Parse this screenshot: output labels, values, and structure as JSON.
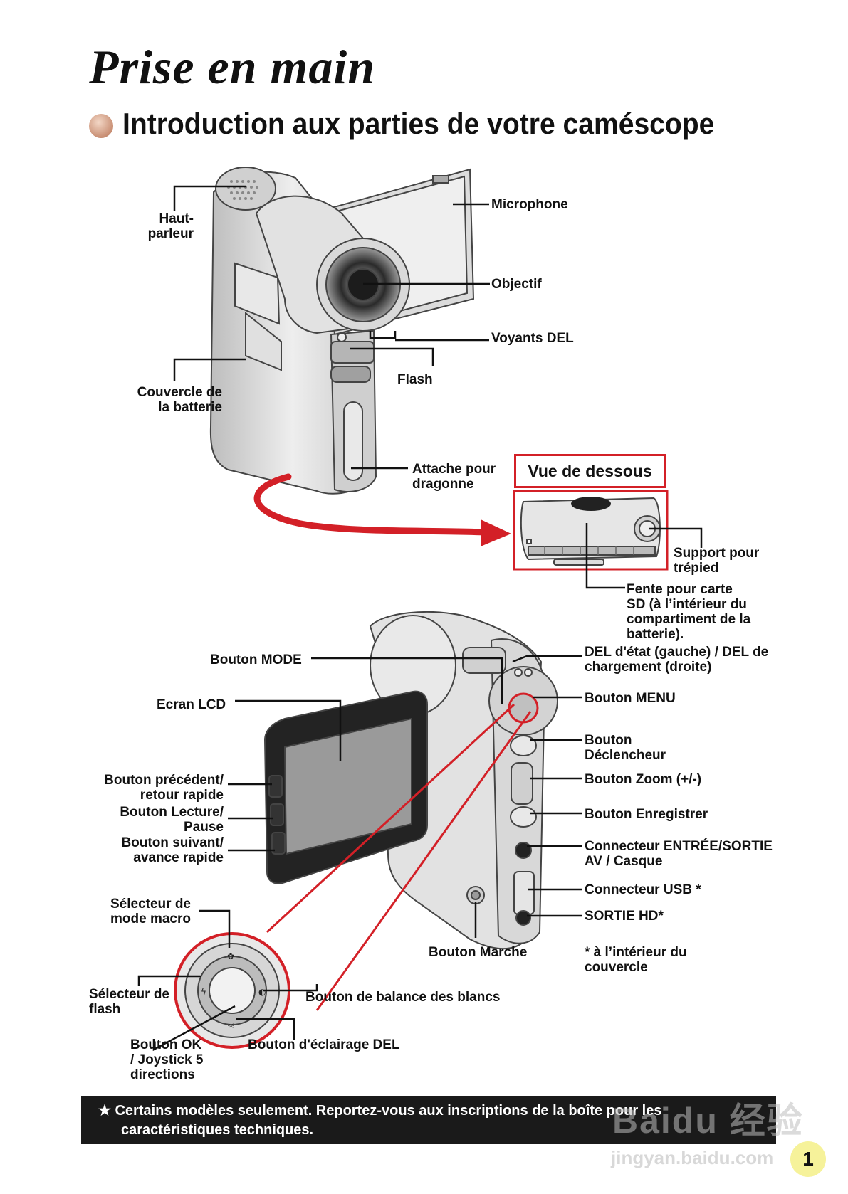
{
  "page": {
    "title": "Prise en main",
    "subtitle": "Introduction aux parties de votre caméscope",
    "page_number": "1"
  },
  "top_view": {
    "labels": {
      "speaker": "Haut-\nparleur",
      "microphone": "Microphone",
      "lens": "Objectif",
      "leds": "Voyants DEL",
      "flash": "Flash",
      "battery_cover": "Couvercle de\nla batterie",
      "strap": "Attache pour\ndragonne"
    }
  },
  "bottom_view": {
    "title": "Vue de dessous",
    "labels": {
      "tripod": "Support pour\ntrépied",
      "sd_slot": "Fente pour carte\nSD (à l’intérieur du\ncompartiment de la\nbatterie)."
    }
  },
  "back_view": {
    "labels": {
      "mode_button": "Bouton MODE",
      "lcd": "Ecran LCD",
      "prev_button": "Bouton précédent/\nretour rapide",
      "play_button": "Bouton Lecture/\nPause",
      "next_button": "Bouton suivant/\navance rapide",
      "status_led": "DEL d'état (gauche) / DEL de\nchargement (droite)",
      "menu_button": "Bouton MENU",
      "shutter_button": "Bouton\nDéclencheur",
      "zoom_button": "Bouton Zoom (+/-)",
      "record_button": "Bouton Enregistrer",
      "av_connector": "Connecteur ENTRÉE/SORTIE\nAV / Casque",
      "usb_connector": "Connecteur USB *",
      "hd_out": "SORTIE HD*",
      "power_button": "Bouton Marche",
      "inside_cover_note": "* à l’intérieur du\ncouvercle"
    }
  },
  "joystick_detail": {
    "labels": {
      "macro": "Sélecteur de\nmode macro",
      "flash_selector": "Sélecteur de\nflash",
      "white_balance": "Bouton de balance des blancs",
      "ok_joystick": "Bouton OK\n/ Joystick 5\ndirections",
      "led_light": "Bouton d'éclairage DEL"
    }
  },
  "footer": {
    "line1": "★ Certains modèles seulement. Reportez-vous aux inscriptions de la boîte pour les",
    "line2": "caractéristiques techniques."
  },
  "watermark": {
    "brand": "Baidu 经验",
    "url": "jingyan.baidu.com"
  },
  "colors": {
    "accent_red": "#d32027",
    "footer_bg": "#1a1a1a",
    "camera_body": "#e4e4e4",
    "page_number_bg": "#f6f29a"
  }
}
